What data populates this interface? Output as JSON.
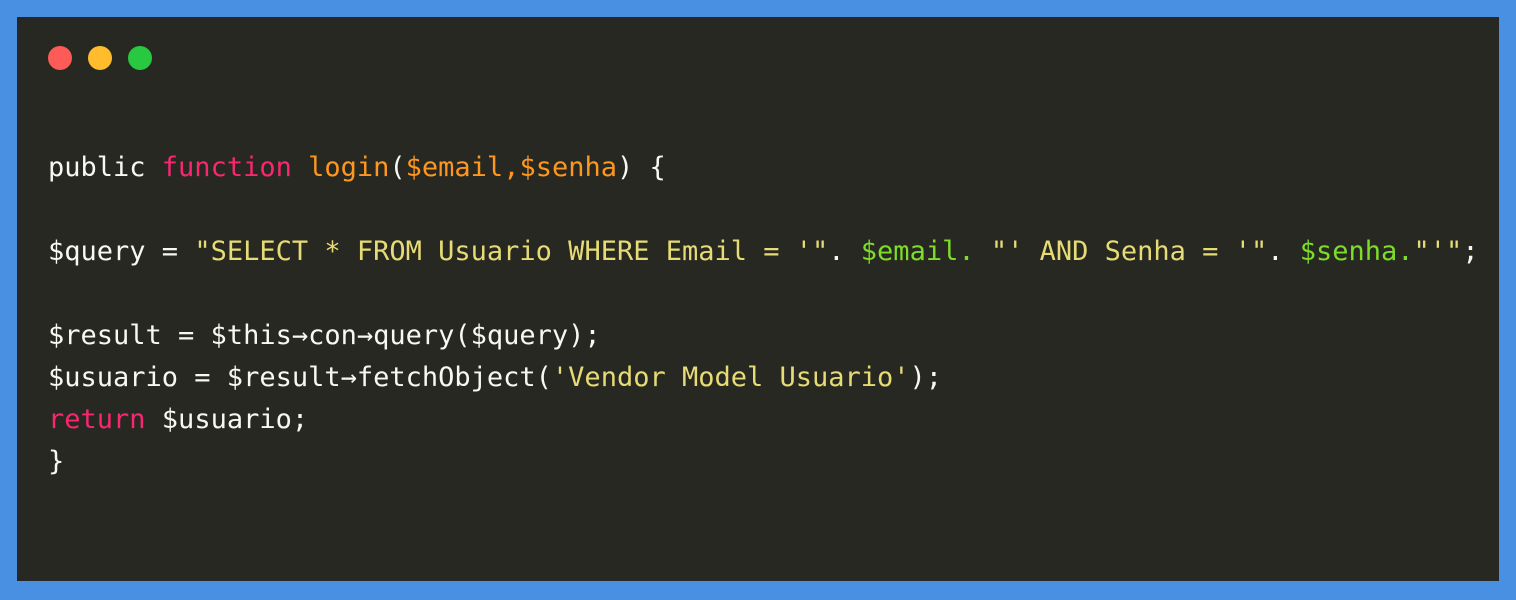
{
  "window": {
    "frame_color": "#4a90e2",
    "panel_color": "#272822",
    "traffic_lights": [
      {
        "name": "close",
        "color": "#fc5b57"
      },
      {
        "name": "minimize",
        "color": "#ffbd2e"
      },
      {
        "name": "zoom",
        "color": "#28c840"
      }
    ]
  },
  "code": {
    "language": "php",
    "full_text": "public function login($email,$senha) {\n\n$query = \"SELECT * FROM Usuario WHERE Email = '\". $email. \"' AND Senha = '\". $senha.\"'\";\n\n$result = $this->con->query($query);\n$usuario = $result->fetchObject('Vendor Model Usuario');\nreturn $usuario;\n}",
    "lines": [
      {
        "index": 1,
        "tokens": [
          {
            "text": "public ",
            "type": "plain"
          },
          {
            "text": "function ",
            "type": "keyword"
          },
          {
            "text": "login",
            "type": "func"
          },
          {
            "text": "(",
            "type": "punct"
          },
          {
            "text": "$email,$senha",
            "type": "var"
          },
          {
            "text": ") {",
            "type": "punct"
          }
        ]
      },
      {
        "index": 2,
        "tokens": []
      },
      {
        "index": 3,
        "tokens": [
          {
            "text": "$query = ",
            "type": "plain"
          },
          {
            "text": "\"SELECT * FROM Usuario WHERE Email = '\"",
            "type": "string"
          },
          {
            "text": ". ",
            "type": "plain"
          },
          {
            "text": "$email",
            "type": "green"
          },
          {
            "text": ". ",
            "type": "green"
          },
          {
            "text": "\"' AND Senha = '\"",
            "type": "string"
          },
          {
            "text": ". ",
            "type": "plain"
          },
          {
            "text": "$senha",
            "type": "green"
          },
          {
            "text": ".",
            "type": "green"
          },
          {
            "text": "\"'\"",
            "type": "string"
          },
          {
            "text": ";",
            "type": "plain"
          }
        ]
      },
      {
        "index": 4,
        "tokens": []
      },
      {
        "index": 5,
        "tokens": [
          {
            "text": "$result = $this→con→query($query);",
            "type": "plain"
          }
        ]
      },
      {
        "index": 6,
        "tokens": [
          {
            "text": "$usuario = $result→fetchObject(",
            "type": "plain"
          },
          {
            "text": "'Vendor Model Usuario'",
            "type": "string"
          },
          {
            "text": ");",
            "type": "plain"
          }
        ]
      },
      {
        "index": 7,
        "tokens": [
          {
            "text": "return",
            "type": "keyword"
          },
          {
            "text": " $usuario;",
            "type": "plain"
          }
        ]
      },
      {
        "index": 8,
        "tokens": [
          {
            "text": "}",
            "type": "plain"
          }
        ]
      }
    ]
  }
}
